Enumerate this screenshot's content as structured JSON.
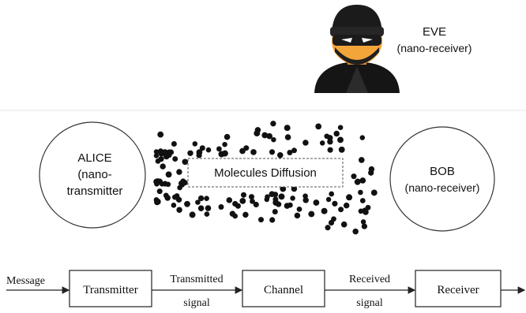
{
  "eve": {
    "name": "EVE",
    "role": "(nano-receiver)",
    "icon": "spy-icon"
  },
  "alice": {
    "name": "ALICE",
    "role_line1": "(nano-",
    "role_line2": "transmitter"
  },
  "bob": {
    "name": "BOB",
    "role": "(nano-receiver)"
  },
  "diffusion": {
    "label": "Molecules Diffusion"
  },
  "pipeline": {
    "message": "Message",
    "transmitter": "Transmitter",
    "transmitted_line1": "Transmitted",
    "transmitted_line2": "signal",
    "channel": "Channel",
    "received_line1": "Received",
    "received_line2": "signal",
    "receiver": "Receiver"
  },
  "colors": {
    "ink": "#111111",
    "skin": "#f4a53a",
    "suit": "#1a1a1a",
    "divider": "#dddddd"
  }
}
